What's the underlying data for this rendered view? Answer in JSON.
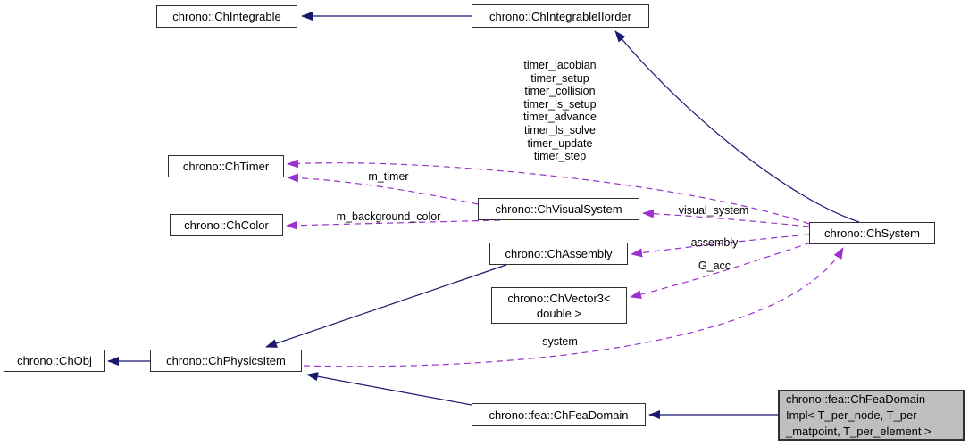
{
  "diagram": {
    "type": "doxygen-collaboration-graph",
    "background": "#ffffff"
  },
  "colors": {
    "inheritance_edge": "#191970",
    "usage_edge": "#9a32cd",
    "node_fill": "#ffffff",
    "node_border": "#2f2f2f",
    "selected_node_fill": "#bfbfbf",
    "text": "#000000"
  },
  "nodes": {
    "integrable": {
      "label": "chrono::ChIntegrable"
    },
    "integrable_ii_order": {
      "label": "chrono::ChIntegrableIIorder"
    },
    "timer": {
      "label": "chrono::ChTimer"
    },
    "color": {
      "label": "chrono::ChColor"
    },
    "visual_system": {
      "label": "chrono::ChVisualSystem"
    },
    "assembly": {
      "label": "chrono::ChAssembly"
    },
    "vector3": {
      "label": "chrono::ChVector3<\ndouble >"
    },
    "obj": {
      "label": "chrono::ChObj"
    },
    "physics_item": {
      "label": "chrono::ChPhysicsItem"
    },
    "fea_domain": {
      "label": "chrono::fea::ChFeaDomain"
    },
    "system": {
      "label": "chrono::ChSystem"
    },
    "fea_domain_impl": {
      "label": "chrono::fea::ChFeaDomain\nImpl< T_per_node, T_per\n_matpoint, T_per_element >",
      "selected": true
    }
  },
  "edge_labels": {
    "timer_members": "timer_jacobian\ntimer_setup\ntimer_collision\ntimer_ls_setup\ntimer_advance\ntimer_ls_solve\ntimer_update\ntimer_step",
    "m_timer": "m_timer",
    "m_background_color": "m_background_color",
    "visual_system": "visual_system",
    "assembly": "assembly",
    "g_acc": "G_acc",
    "system": "system"
  },
  "edges": [
    {
      "from": "integrable_ii_order",
      "to": "integrable",
      "type": "inheritance"
    },
    {
      "from": "system",
      "to": "integrable_ii_order",
      "type": "inheritance"
    },
    {
      "from": "physics_item",
      "to": "obj",
      "type": "inheritance"
    },
    {
      "from": "assembly",
      "to": "physics_item",
      "type": "inheritance"
    },
    {
      "from": "fea_domain",
      "to": "physics_item",
      "type": "inheritance"
    },
    {
      "from": "fea_domain_impl",
      "to": "fea_domain",
      "type": "inheritance"
    },
    {
      "from": "system",
      "to": "timer",
      "type": "usage",
      "label": "timer_jacobian\ntimer_setup\ntimer_collision\ntimer_ls_setup\ntimer_advance\ntimer_ls_solve\ntimer_update\ntimer_step"
    },
    {
      "from": "visual_system",
      "to": "timer",
      "type": "usage",
      "label": "m_timer"
    },
    {
      "from": "visual_system",
      "to": "color",
      "type": "usage",
      "label": "m_background_color"
    },
    {
      "from": "system",
      "to": "visual_system",
      "type": "usage",
      "label": "visual_system"
    },
    {
      "from": "system",
      "to": "assembly",
      "type": "usage",
      "label": "assembly"
    },
    {
      "from": "system",
      "to": "vector3",
      "type": "usage",
      "label": "G_acc"
    },
    {
      "from": "physics_item",
      "to": "system",
      "type": "usage",
      "label": "system"
    }
  ]
}
